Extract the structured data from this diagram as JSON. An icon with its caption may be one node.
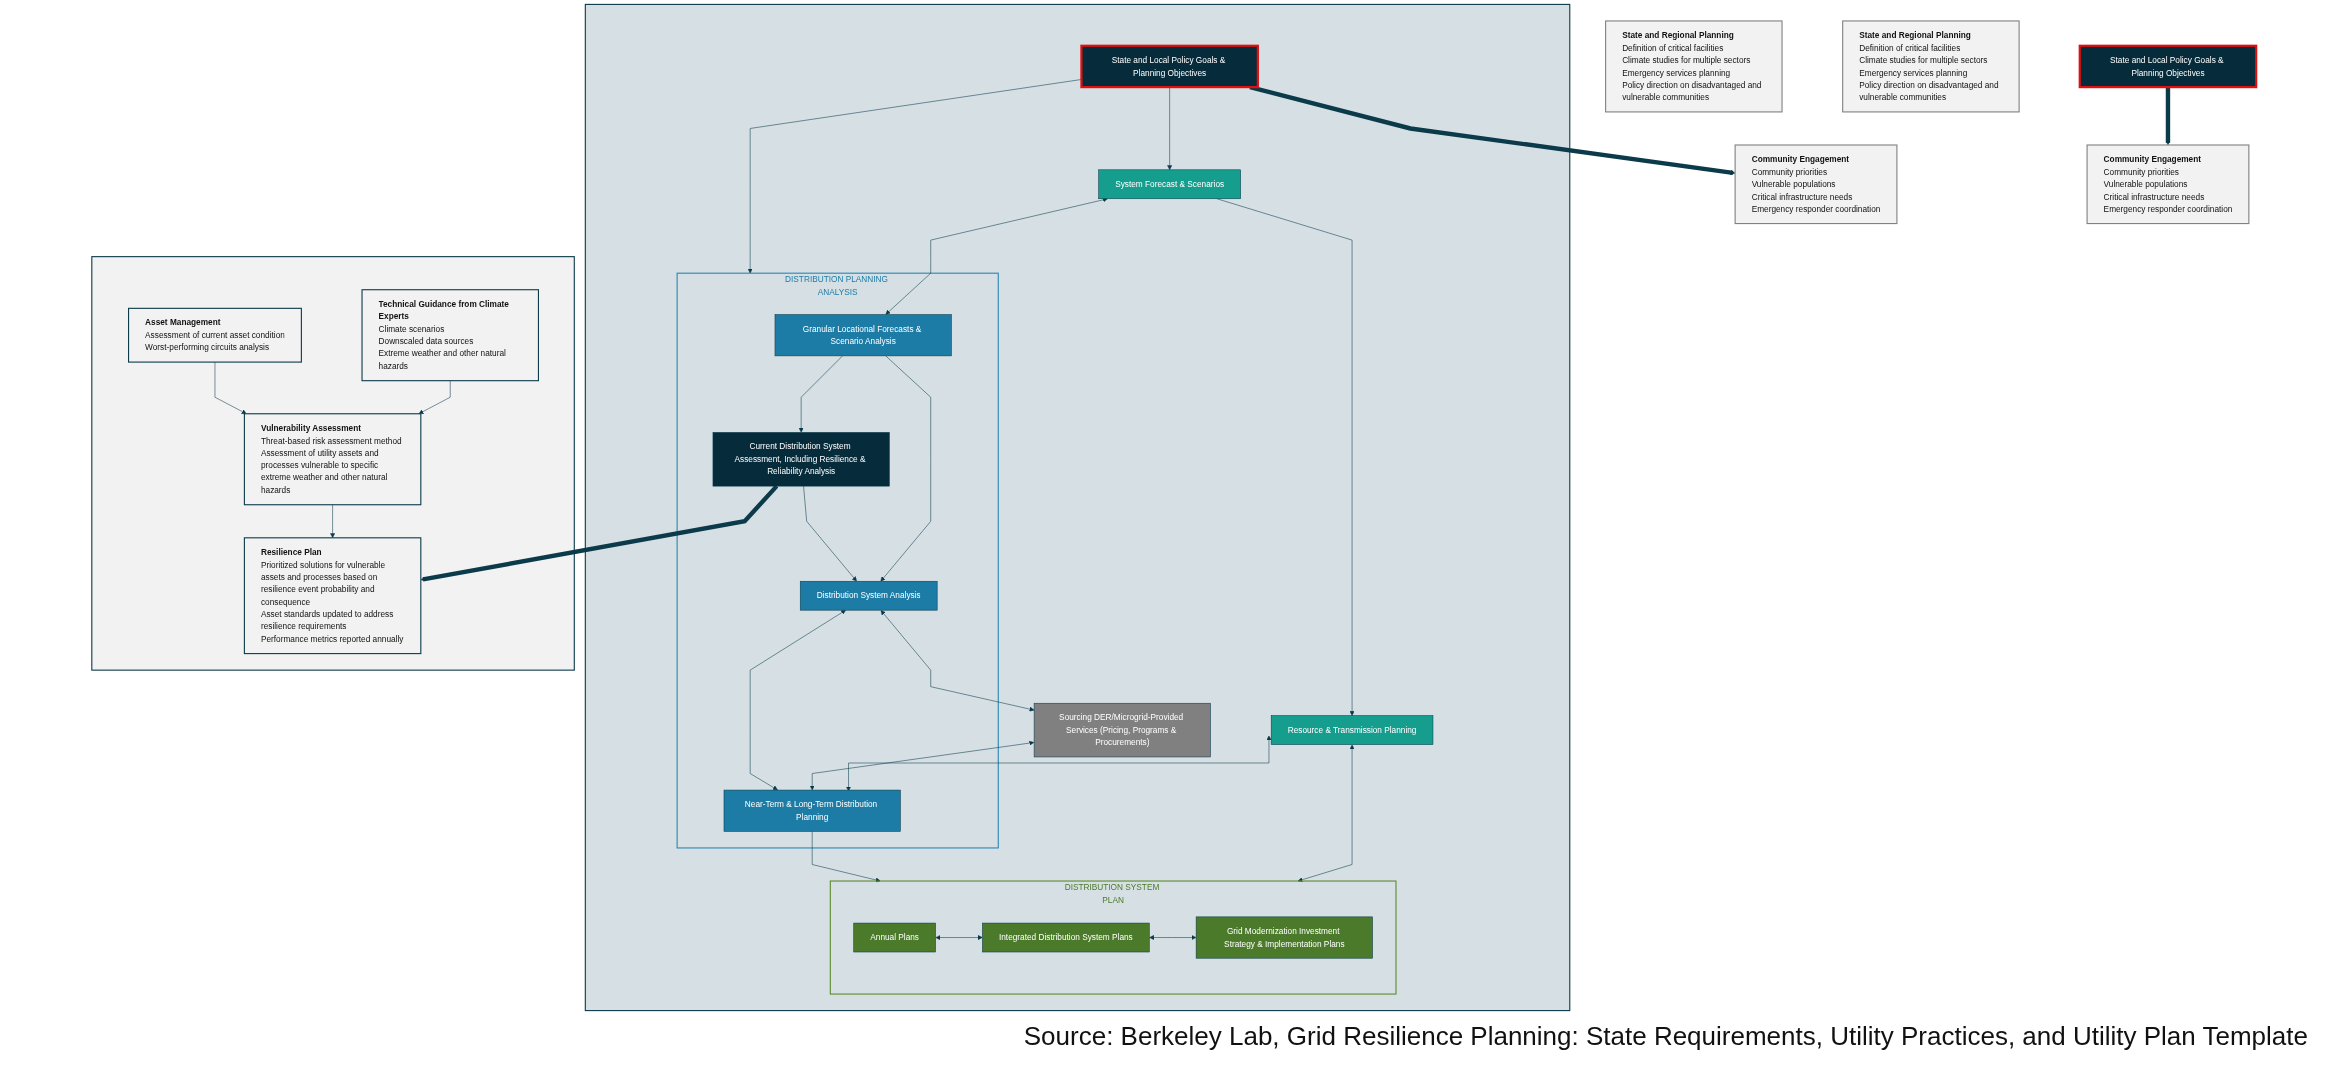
{
  "diagram": {
    "caption": "Source: Berkeley Lab, Grid Resilience Planning: State Requirements, Utility Practices, and Utility Plan Template",
    "nodes": [
      {
        "text": [
          "Community Engagement",
          "Community priorities",
          "Vulnerable populations",
          "Critical infrastructure needs",
          "Emergency responder coordination"
        ]
      },
      {
        "text": [
          "State and Regional Planning",
          "Definition of critical facilities",
          "Climate studies for multiple sectors",
          "Emergency services planning",
          "Policy direction on disadvantaged and vulnerable communities"
        ]
      },
      {
        "text": [],
        "shape": "box"
      },
      {
        "text": [
          "State and Local Policy Goals & Planning Objectives"
        ],
        "in": 2
      },
      {
        "text": [
          "System Forecast & Scenarios"
        ],
        "in": 2
      },
      {
        "text": [
          "DISTRIBUTION PLANNING ANALYSIS"
        ],
        "in": 2
      },
      {
        "text": [
          "Granular Locational Forecasts & Scenario Analysis"
        ],
        "in": 5
      },
      {
        "text": [
          "Current Distribution System Assessment, Including Resilience & Reliability Analysis"
        ],
        "in": 5
      },
      {
        "text": [
          "Resource & Transmission Planning"
        ],
        "in": 2
      },
      {
        "text": [
          "Near-Term & Long-Term Distribution Planning"
        ],
        "in": 5
      },
      {
        "text": [
          "Distribution System Analysis"
        ],
        "in": 5
      },
      {
        "text": [
          "DISTRIBUTION SYSTEM PLAN"
        ],
        "in": 2
      },
      {
        "text": [
          "Annual Plans"
        ],
        "in": 11
      },
      {
        "text": [
          "Integrated Distribution System Plans"
        ],
        "in": 11
      },
      {
        "text": [
          "Grid Modernization Investment Strategy & Implementation Plans"
        ],
        "in": 11
      },
      {
        "text": [
          "Sourcing DER/Microgrid-Provided Services (Pricing, Programs & Procurements)"
        ],
        "in": 2
      },
      {
        "text": [],
        "shape": "box"
      },
      {
        "text": [
          "Technical Guidance from Climate Experts",
          "Climate scenarios",
          "Downscaled data sources",
          "Extreme weather and other natural hazards"
        ],
        "in": 16
      },
      {
        "text": [
          "Vulnerability Assessment",
          "Threat-based risk assessment method",
          "Assessment of utility assets and processes vulnerable to specific extreme weather and other natural hazards"
        ],
        "in": 16
      },
      {
        "text": [
          "Resilience Plan",
          "Prioritized solutions for vulnerable assets and processes based on resilience event probability and consequence",
          "Asset standards updated to address resilience requirements",
          "Performance metrics reported annually"
        ],
        "in": 16
      },
      {
        "text": [
          "Asset Management",
          "Assessment of current asset condition",
          "Worst-performing circuits analysis"
        ],
        "in": 16
      },
      {
        "text": [
          "Community Engagement",
          "Community priorities",
          "Vulnerable populations",
          "Critical infrastructure needs",
          "Emergency responder coordination"
        ]
      },
      {
        "text": [
          "State and Regional Planning",
          "Definition of critical facilities",
          "Climate studies for multiple sectors",
          "Emergency services planning",
          "Policy direction on disadvantaged and vulnerable communities"
        ]
      },
      {
        "text": [
          "State and Local Policy Goals & Planning Objectives"
        ]
      }
    ],
    "edges": [
      {
        "from": 3,
        "to": 0,
        "arrow": "to",
        "style": "thick"
      },
      {
        "from": 3,
        "to": 4,
        "arrow": "to"
      },
      {
        "from": 3,
        "to": 5,
        "arrow": "to"
      },
      {
        "from": 4,
        "to": 6,
        "arrow": "both"
      },
      {
        "from": 6,
        "to": 7,
        "arrow": "to"
      },
      {
        "from": 4,
        "to": 8,
        "arrow": "to"
      },
      {
        "from": 6,
        "to": 10,
        "arrow": "to"
      },
      {
        "from": 7,
        "to": 10,
        "arrow": "to"
      },
      {
        "from": 8,
        "to": 9,
        "arrow": "both"
      },
      {
        "from": 9,
        "to": 10,
        "arrow": "both"
      },
      {
        "from": 8,
        "to": 11,
        "arrow": "both"
      },
      {
        "from": 9,
        "to": 11,
        "arrow": "to"
      },
      {
        "from": 15,
        "to": 9,
        "arrow": "both"
      },
      {
        "from": 10,
        "to": 15,
        "arrow": "both"
      },
      {
        "from": 12,
        "to": 13,
        "arrow": "both"
      },
      {
        "from": 13,
        "to": 14,
        "arrow": "both"
      },
      {
        "from": 7,
        "to": 19,
        "arrow": "to",
        "style": "thick"
      },
      {
        "from": 17,
        "to": 18,
        "arrow": "to"
      },
      {
        "from": 18,
        "to": 19,
        "arrow": "to"
      },
      {
        "from": 20,
        "to": 18,
        "arrow": "to"
      },
      {
        "from": 23,
        "to": 21,
        "arrow": "to",
        "style": "thick"
      }
    ]
  }
}
